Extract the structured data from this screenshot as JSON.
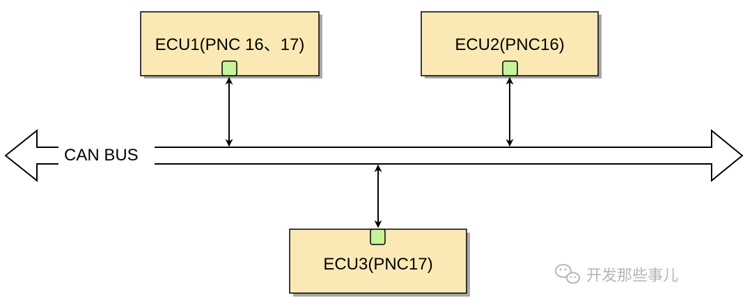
{
  "bus": {
    "label": "CAN BUS"
  },
  "ecus": [
    {
      "id": "ecu1",
      "label": "ECU1(PNC 16、17)"
    },
    {
      "id": "ecu2",
      "label": "ECU2(PNC16)"
    },
    {
      "id": "ecu3",
      "label": "ECU3(PNC17)"
    }
  ],
  "watermark": {
    "text": "开发那些事儿",
    "icon": "wechat-icon"
  },
  "colors": {
    "box_fill": "#fbe9b5",
    "port_fill": "#c6f29a",
    "stroke": "#000000",
    "shadow": "#a8a8a8"
  }
}
